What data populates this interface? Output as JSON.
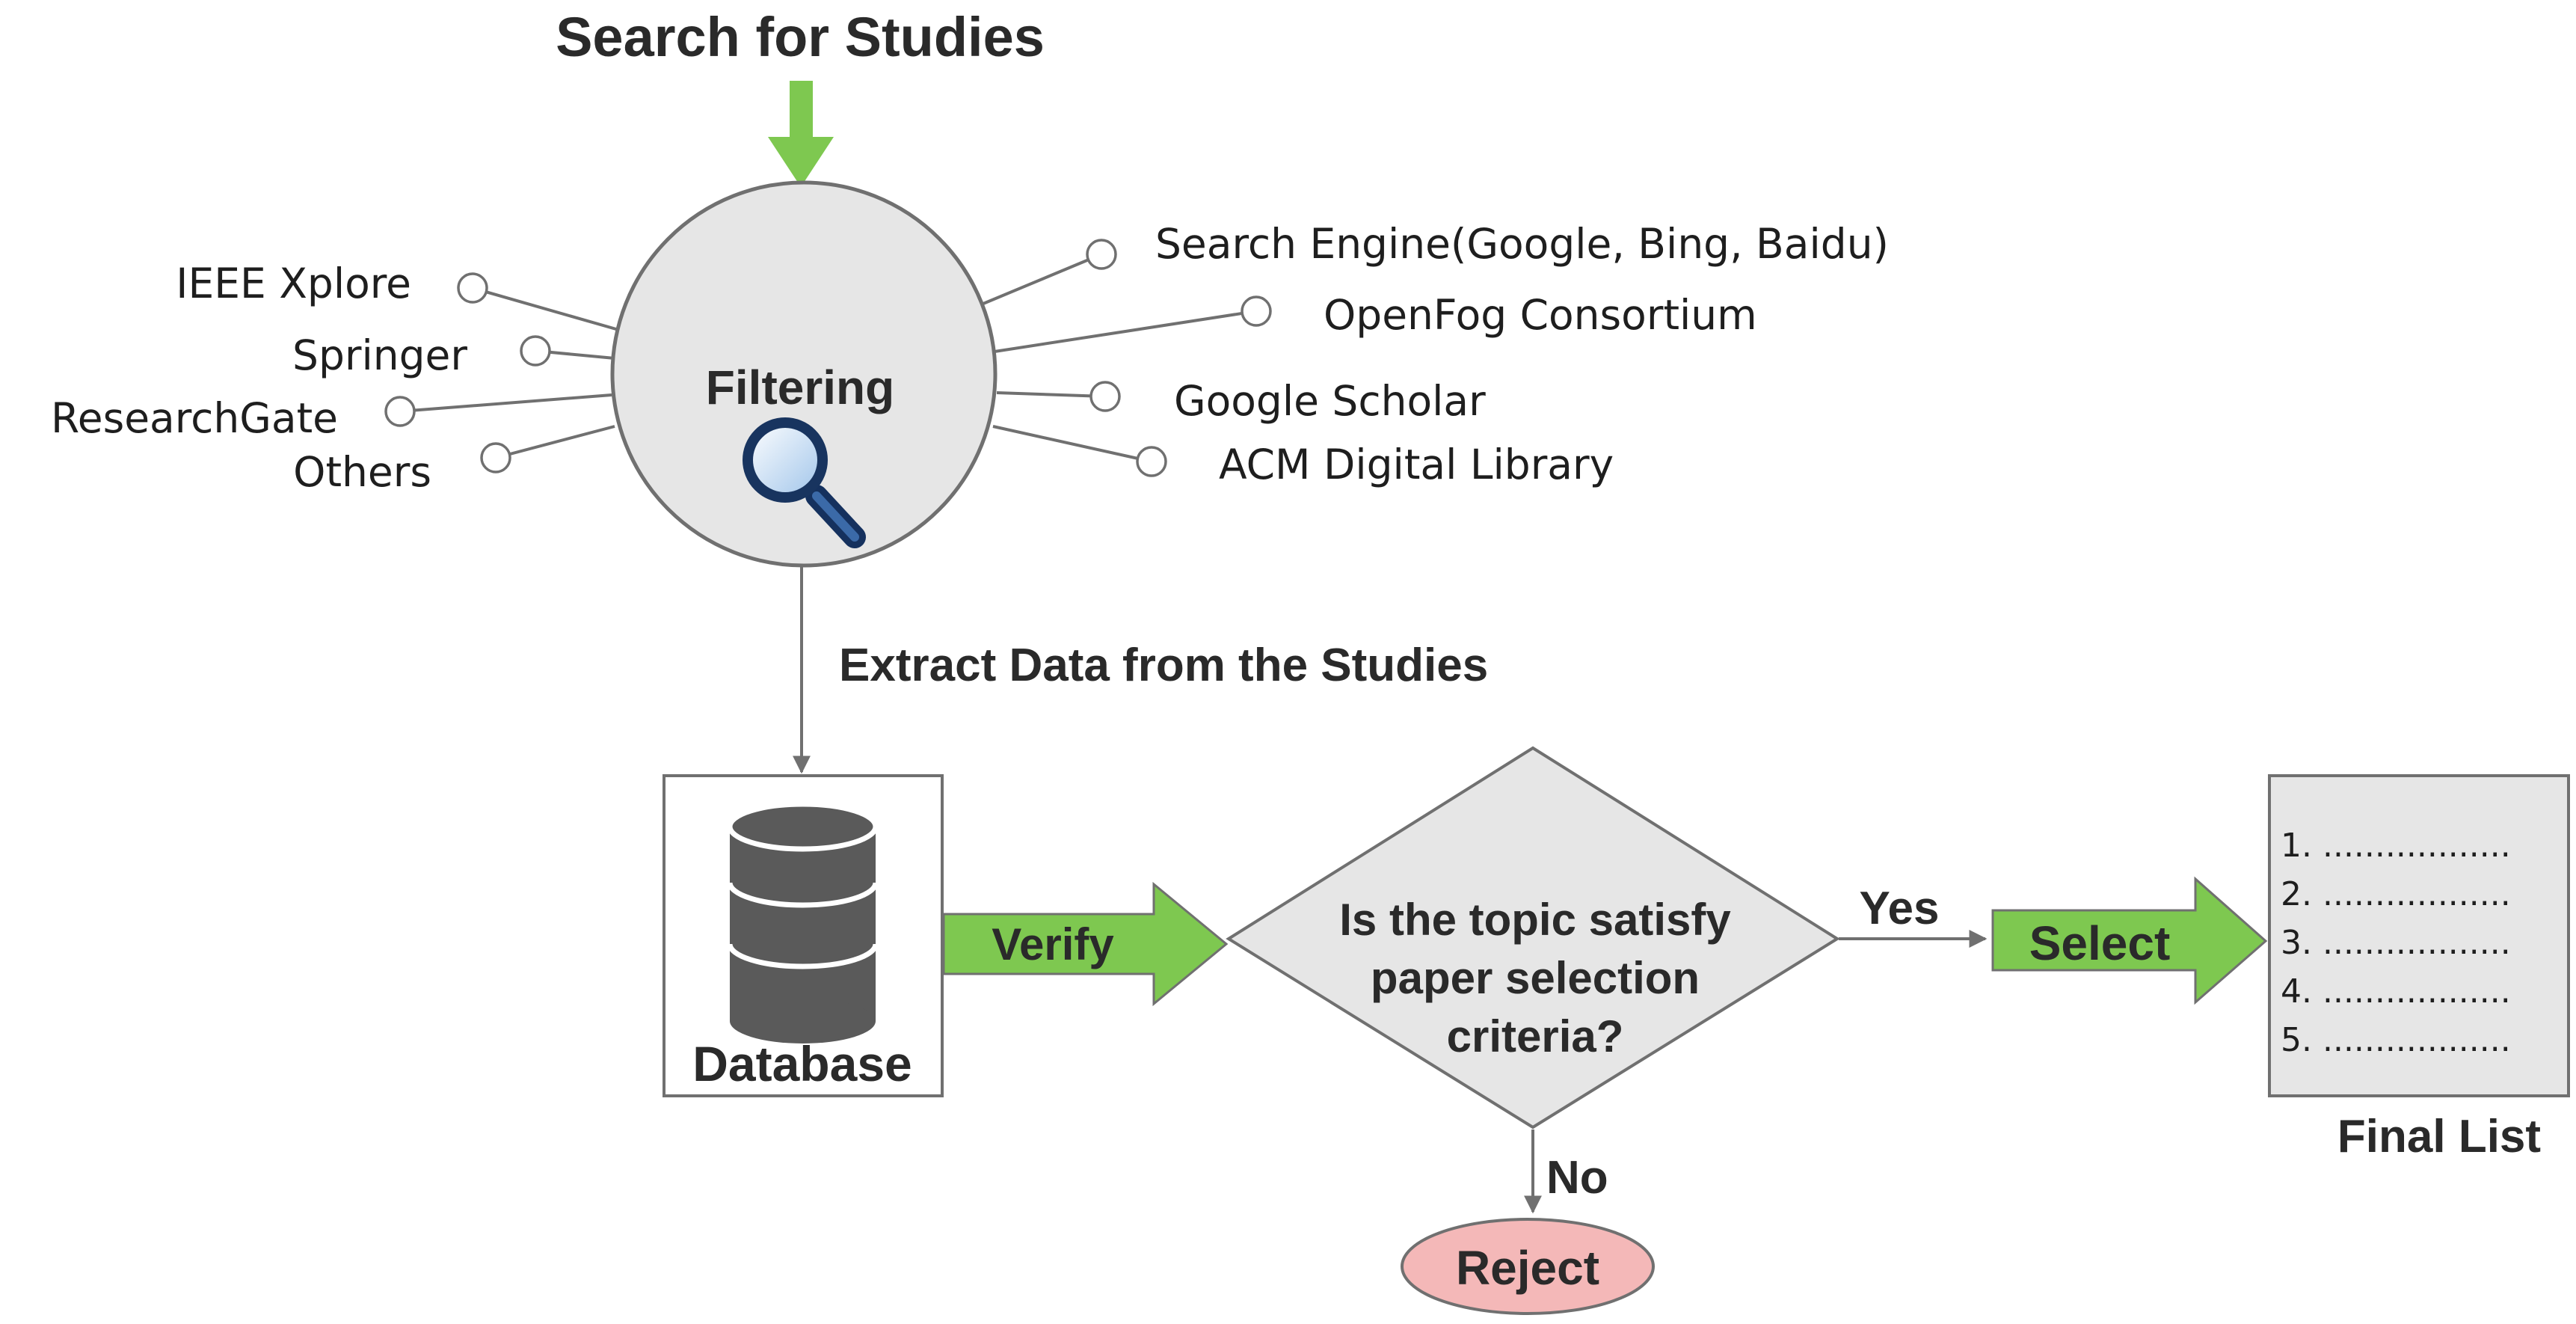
{
  "title": "Search for Studies",
  "filter": {
    "label": "Filtering",
    "icon": "magnifier-icon"
  },
  "sources_left": [
    "IEEE Xplore",
    "Springer",
    "ResearchGate",
    "Others"
  ],
  "sources_right": [
    "Search Engine(Google, Bing, Baidu)",
    "OpenFog Consortium",
    "Google Scholar",
    "ACM Digital Library"
  ],
  "extract_label": "Extract Data from the Studies",
  "database": {
    "label": "Database",
    "icon": "database-icon"
  },
  "verify_label": "Verify",
  "decision": {
    "lines": [
      "Is the topic satisfy",
      "paper selection",
      "criteria?"
    ]
  },
  "yes_label": "Yes",
  "select_label": "Select",
  "no_label": "No",
  "reject_label": "Reject",
  "final_list": {
    "label": "Final List",
    "items": [
      "1. ..................",
      "2. ..................",
      "3. ..................",
      "4. ..................",
      "5. .................."
    ]
  },
  "colors": {
    "arrow_green": "#7ec850",
    "circle_fill": "#e6e6e6",
    "decision_fill": "#e6e6e6",
    "reject_fill": "#f4b8b8",
    "database_fill": "#5a5a5a"
  }
}
